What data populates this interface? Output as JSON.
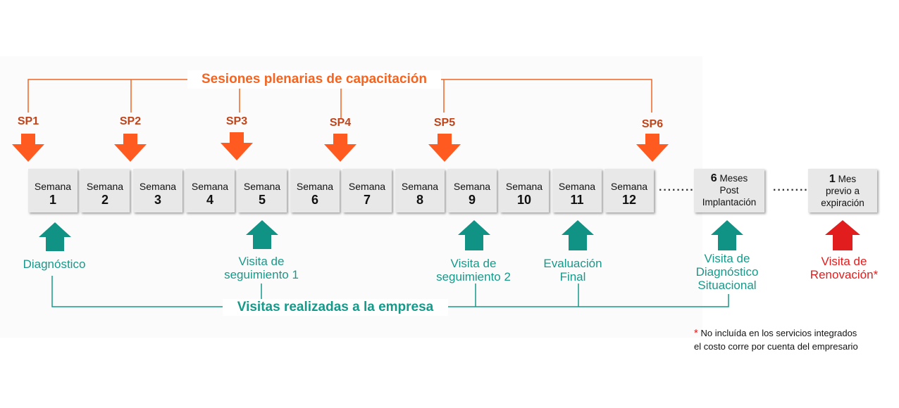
{
  "colors": {
    "orange_arrow": "#ff5a1f",
    "orange_line": "#f26522",
    "teal": "#17998a",
    "teal_arrow": "#109284",
    "red": "#e11d1d",
    "box": "#e8e8e8"
  },
  "header_sessions": "Sesiones plenarias de capacitación",
  "header_visits": "Visitas realizadas a la empresa",
  "sessions": [
    "SP1",
    "SP2",
    "SP3",
    "SP4",
    "SP5",
    "SP6"
  ],
  "week_label": "Semana",
  "weeks": [
    "1",
    "2",
    "3",
    "4",
    "5",
    "6",
    "7",
    "8",
    "9",
    "10",
    "11",
    "12"
  ],
  "extra_box_1": {
    "num": "6",
    "line1": "Meses",
    "line2": "Post",
    "line3": "Implantación"
  },
  "extra_box_2": {
    "num": "1",
    "line1": "Mes",
    "line2": "previo a",
    "line3": "expiración"
  },
  "visits": {
    "diagnostico": "Diagnóstico",
    "seg1_line1": "Visita de",
    "seg1_line2": "seguimiento 1",
    "seg2_line1": "Visita de",
    "seg2_line2": "seguimiento 2",
    "eval_line1": "Evaluación",
    "eval_line2": "Final",
    "diag_sit_line1": "Visita de",
    "diag_sit_line2": "Diagnóstico",
    "diag_sit_line3": "Situacional",
    "renov_line1": "Visita de",
    "renov_line2": "Renovación*"
  },
  "note": {
    "star": "*",
    "line1": "No incluída en los servicios integrados",
    "line2": "el costo corre por cuenta del empresario"
  }
}
